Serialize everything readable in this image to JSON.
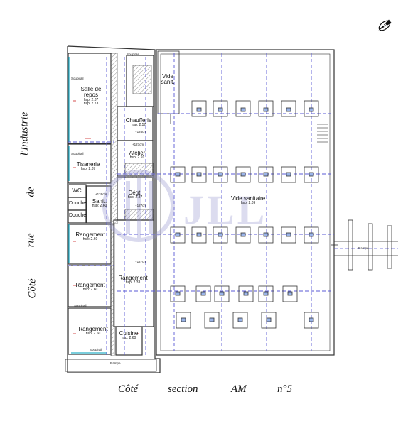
{
  "street_side": {
    "words": [
      "Côté",
      "rue",
      "de",
      "l'Industrie"
    ]
  },
  "section_side": {
    "words": [
      "Côté",
      "section",
      "AM",
      "n°5"
    ]
  },
  "rooms": [
    {
      "key": "salle",
      "name": "Salle de repos",
      "height": "hsp: 2.87\nhsp: 2.73"
    },
    {
      "key": "chaufferie",
      "name": "Chaufferie",
      "height": "hsp: 2.57"
    },
    {
      "key": "atelier",
      "name": "Atelier",
      "height": "hsp: 2.91"
    },
    {
      "key": "tisanerie",
      "name": "Tisanerie",
      "height": "hsp: 2.87"
    },
    {
      "key": "wc",
      "name": "WC",
      "height": ""
    },
    {
      "key": "douche1",
      "name": "Douche",
      "height": ""
    },
    {
      "key": "douche2",
      "name": "Douche",
      "height": ""
    },
    {
      "key": "sanit",
      "name": "Sanit.",
      "height": "hsp: 2.60"
    },
    {
      "key": "degt",
      "name": "Dégt.",
      "height": "hsp: 2.87"
    },
    {
      "key": "rang1",
      "name": "Rangement",
      "height": "hsp: 2.60"
    },
    {
      "key": "rang2",
      "name": "Rangement",
      "height": "hsp: 2.60"
    },
    {
      "key": "rang3",
      "name": "Rangement",
      "height": "hsp: 2.33"
    },
    {
      "key": "rang4",
      "name": "Rangement",
      "height": "hsp: 2.60"
    },
    {
      "key": "cuisine",
      "name": "Cuisine",
      "height": "hsp: 2.60"
    },
    {
      "key": "vide_small",
      "name": "Vide sanit.",
      "height": ""
    },
    {
      "key": "vide_big",
      "name": "Vide sanitaire",
      "height": "hsp: 2.09"
    }
  ],
  "annotations": {
    "soupirail": "Soupirail",
    "level_126": "+126cm",
    "level_127a": "+127cm",
    "level_127b": "+127cm",
    "level_127c": "+127cm",
    "level_126b": "+126cm",
    "rampe": "Rampe"
  },
  "watermark": "JLL",
  "colors": {
    "wall": "#333333",
    "axis": "#5a5ad6",
    "glass": "#2ab0c8",
    "red": "#cc2222",
    "watermark": "#9a9ad0"
  },
  "icons": [
    "north-arrow-icon"
  ]
}
